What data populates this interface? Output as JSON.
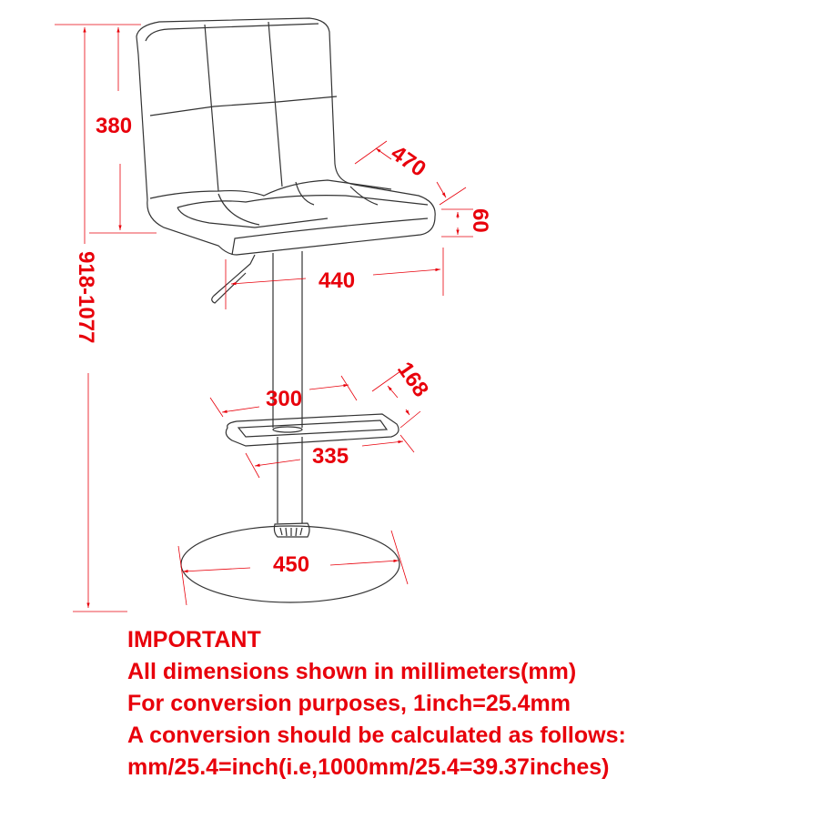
{
  "diagram": {
    "subject": "adjustable bar stool with tufted back",
    "units": "mm",
    "colors": {
      "dimension": "#e8000b",
      "outline": "#333333",
      "background": "#ffffff"
    },
    "dimensions": {
      "backrest_height": "380",
      "seat_depth": "470",
      "seat_thickness": "60",
      "seat_width": "440",
      "overall_height": "918-1077",
      "footrest_inner": "300",
      "footrest_depth": "168",
      "footrest_outer": "335",
      "base_diameter": "450"
    }
  },
  "notes": {
    "title": "IMPORTANT",
    "lines": [
      "All dimensions shown in millimeters(mm)",
      "For conversion purposes, 1inch=25.4mm",
      "A conversion should be calculated as follows:",
      "mm/25.4=inch(i.e,1000mm/25.4=39.37inches)"
    ]
  }
}
